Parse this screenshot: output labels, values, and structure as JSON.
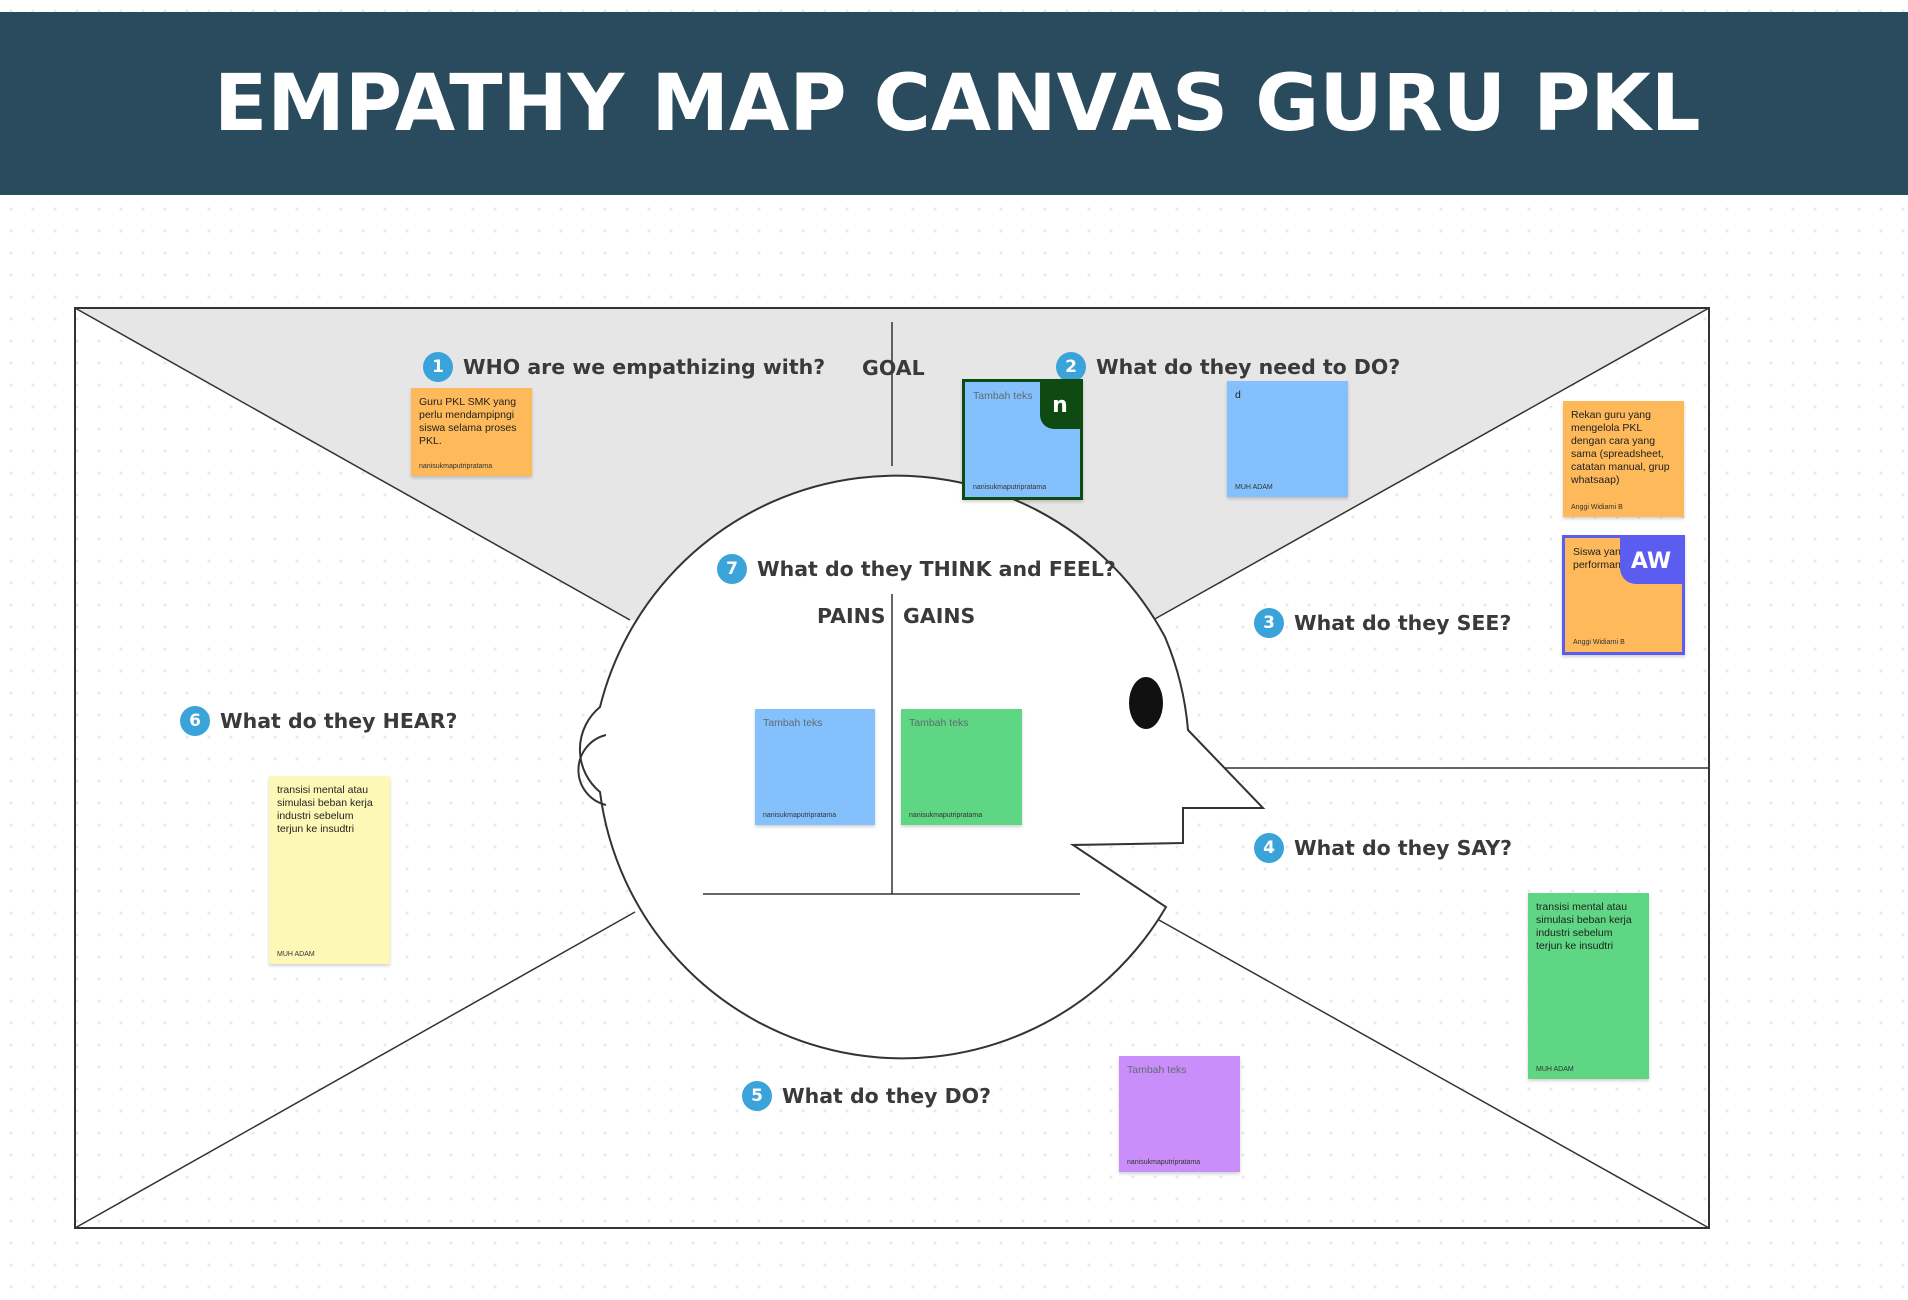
{
  "title": "EMPATHY MAP CANVAS GURU PKL",
  "sections": {
    "who": {
      "number": "1",
      "label": "WHO are we empathizing with?"
    },
    "goal": {
      "label": "GOAL"
    },
    "need_do": {
      "number": "2",
      "label": "What do they need to DO?"
    },
    "see": {
      "number": "3",
      "label": "What do they SEE?"
    },
    "say": {
      "number": "4",
      "label": "What do they SAY?"
    },
    "do": {
      "number": "5",
      "label": "What do they DO?"
    },
    "hear": {
      "number": "6",
      "label": "What do they HEAR?"
    },
    "think_feel": {
      "number": "7",
      "label": "What do they THINK and FEEL?"
    },
    "pains": {
      "label": "PAINS"
    },
    "gains": {
      "label": "GAINS"
    }
  },
  "notes": {
    "who": {
      "text": "Guru PKL SMK yang perlu mendampipngi siswa selama proses PKL.",
      "author": "nanisukmaputripratama",
      "color": "#fdb95a"
    },
    "goal": {
      "text": "Tambah teks",
      "author": "nanisukmaputripratama",
      "color": "#84c1fc",
      "badge": "n",
      "badge_color": "#0f4a12"
    },
    "need_do": {
      "text": "d",
      "author": "MUH ADAM",
      "color": "#84c1fc"
    },
    "see_1": {
      "text": "Rekan guru yang mengelola PKL dengan cara yang sama (spreadsheet, catatan manual, grup whatsaap)",
      "author": "Anggi Widiarni B",
      "color": "#fdb95a"
    },
    "see_2": {
      "text": "Siswa yang performan",
      "author": "Anggi Widiarni B",
      "color": "#fdb95a",
      "badge": "AW",
      "badge_color": "#5b5cf0"
    },
    "pains": {
      "text": "Tambah teks",
      "author": "nanisukmaputripratama",
      "color": "#84c1fc"
    },
    "gains": {
      "text": "Tambah teks",
      "author": "nanisukmaputripratama",
      "color": "#5ed683"
    },
    "hear": {
      "text": "transisi mental atau simulasi beban kerja industri sebelum terjun ke insudtri",
      "author": "MUH ADAM",
      "color": "#fdf8b6"
    },
    "say": {
      "text": "transisi mental atau simulasi beban kerja industri sebelum terjun ke insudtri",
      "author": "MUH ADAM",
      "color": "#5ed683"
    },
    "do": {
      "text": "Tambah teks",
      "author": "nanisukmaputripratama",
      "color": "#c98ef9"
    }
  },
  "colors": {
    "banner": "#2a4a5e",
    "number_badge": "#3aa3d9",
    "top_region": "#e6e6e6"
  }
}
